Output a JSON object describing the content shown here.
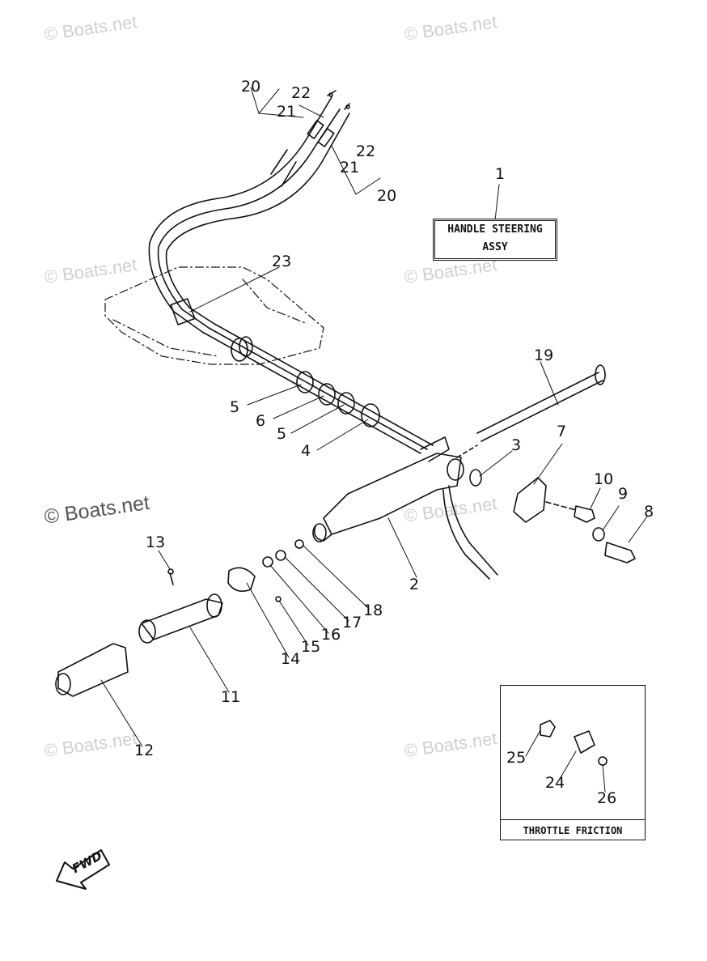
{
  "watermark": "© Boats.net",
  "title_box": {
    "line1": "HANDLE STEERING",
    "line2": "ASSY"
  },
  "inset": {
    "label": "THROTTLE FRICTION"
  },
  "fwd_label": "FWD",
  "callouts": {
    "c1": "1",
    "c2": "2",
    "c3": "3",
    "c4": "4",
    "c5a": "5",
    "c5b": "5",
    "c6": "6",
    "c7": "7",
    "c8": "8",
    "c9": "9",
    "c10": "10",
    "c11": "11",
    "c12": "12",
    "c13": "13",
    "c14": "14",
    "c15": "15",
    "c16": "16",
    "c17": "17",
    "c18": "18",
    "c19": "19",
    "c20a": "20",
    "c20b": "20",
    "c21a": "21",
    "c21b": "21",
    "c22a": "22",
    "c22b": "22",
    "c23": "23",
    "c24": "24",
    "c25": "25",
    "c26": "26"
  }
}
